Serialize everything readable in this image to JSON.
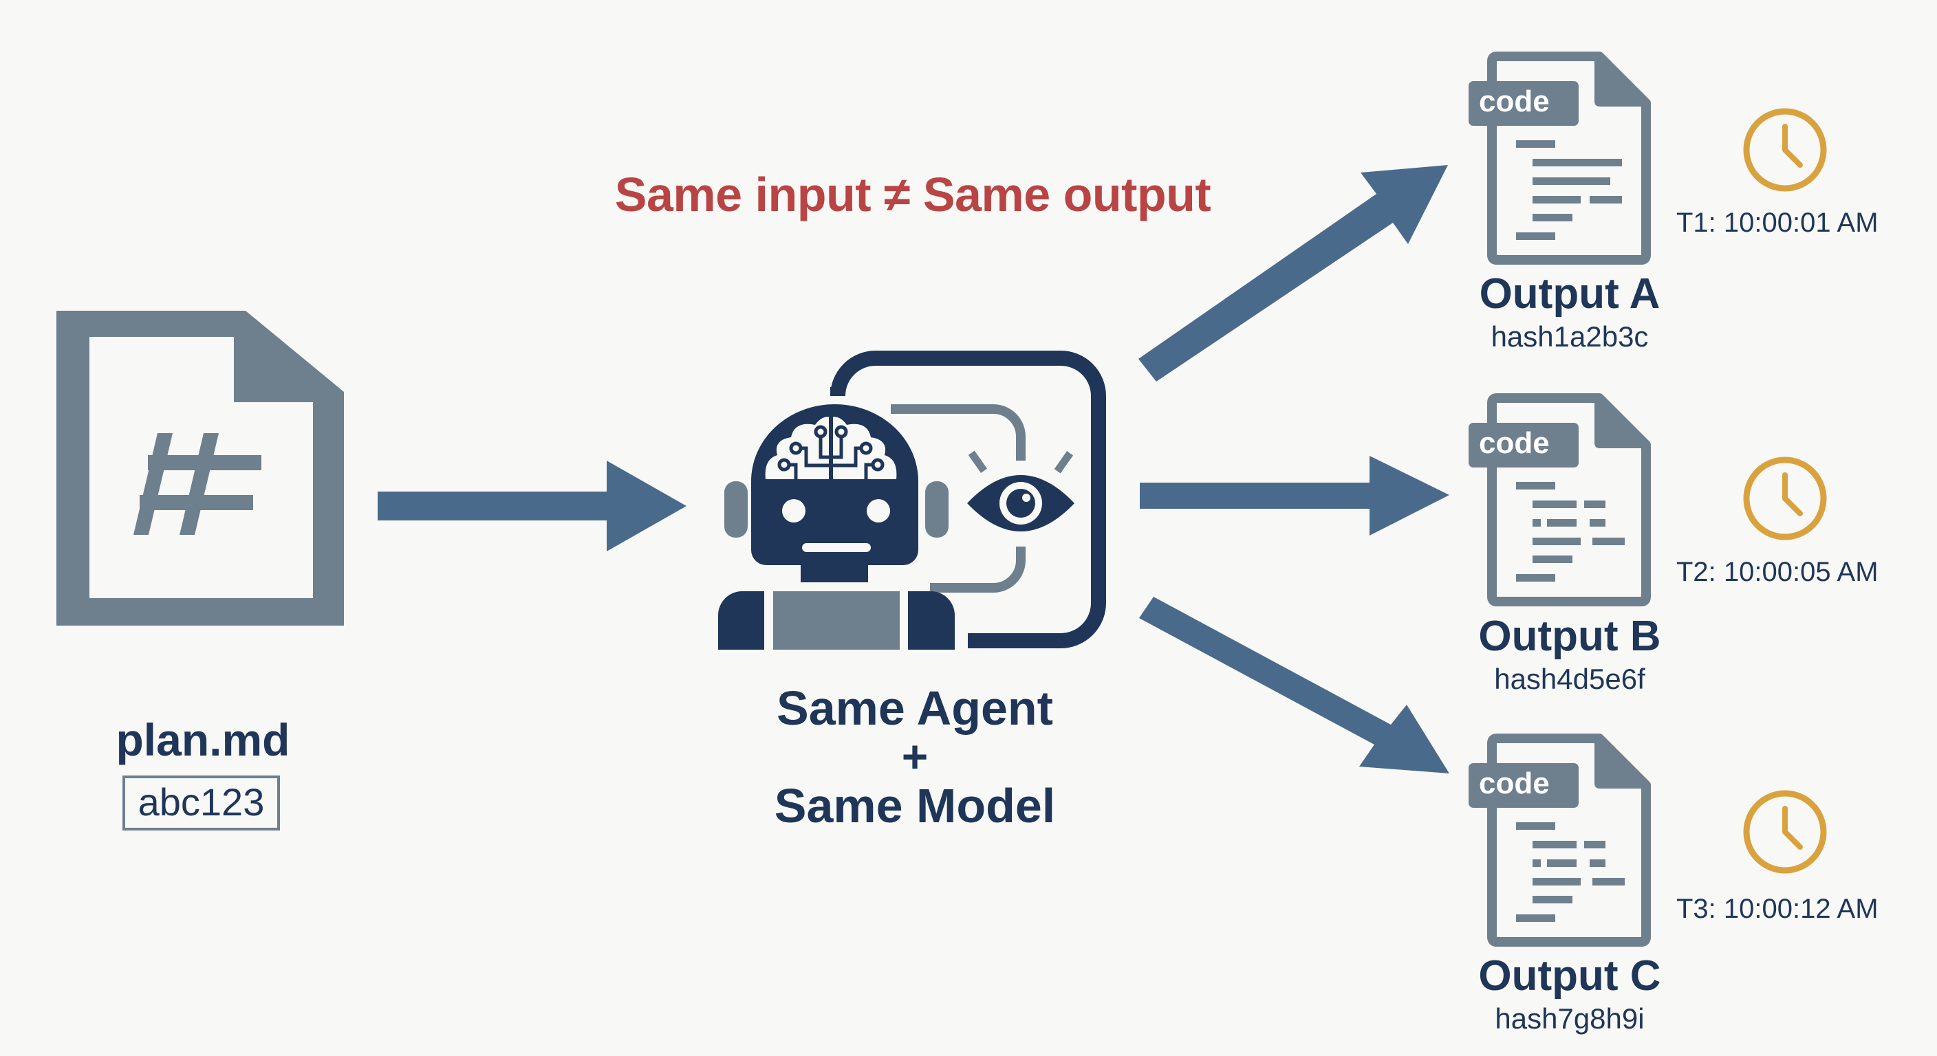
{
  "headline": "Same input ≠ Same output",
  "input_file": {
    "icon": "markdown-file-icon",
    "glyph": "#",
    "name": "plan.md",
    "hash": "abc123"
  },
  "agent": {
    "icon": "robot-agent-icon",
    "observer_icon": "eye-icon",
    "line1": "Same Agent",
    "plus": "+",
    "line2": "Same Model"
  },
  "outputs": [
    {
      "icon": "code-file-icon",
      "tab": "code",
      "label": "Output A",
      "hash": "hash1a2b3c",
      "clock_icon": "clock-icon",
      "timestamp": "T1: 10:00:01 AM"
    },
    {
      "icon": "code-file-icon",
      "tab": "code",
      "label": "Output B",
      "hash": "hash4d5e6f",
      "clock_icon": "clock-icon",
      "timestamp": "T2: 10:00:05 AM"
    },
    {
      "icon": "code-file-icon",
      "tab": "code",
      "label": "Output C",
      "hash": "hash7g8h9i",
      "clock_icon": "clock-icon",
      "timestamp": "T3: 10:00:12 AM"
    }
  ],
  "colors": {
    "background": "#f8f8f6",
    "navy": "#1f3659",
    "slate": "#6e7f8e",
    "arrow": "#4a6a8c",
    "headline_red": "#b94444",
    "clock_gold": "#d9a23f"
  }
}
